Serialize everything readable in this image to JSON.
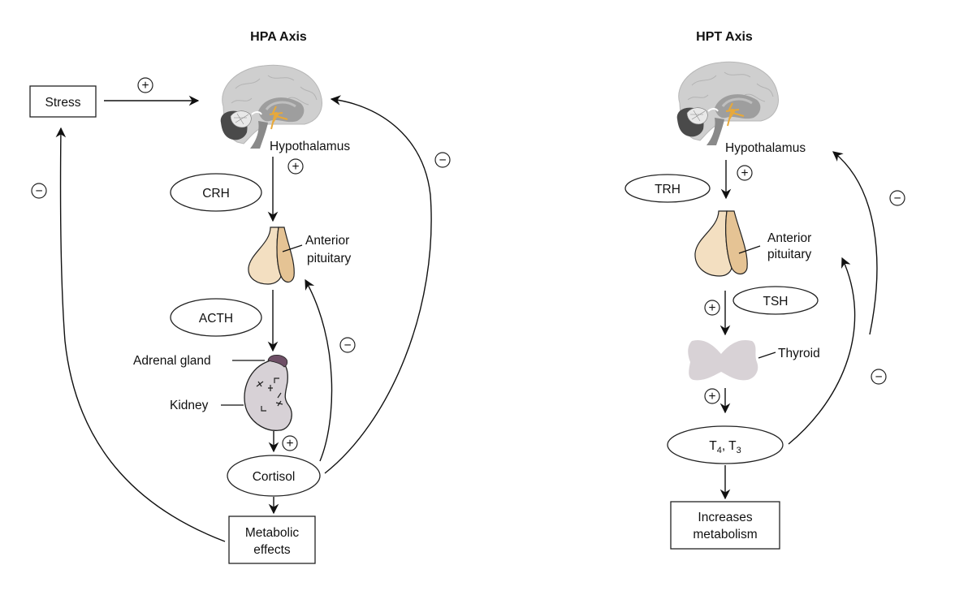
{
  "hpa": {
    "title": "HPA Axis",
    "stress": "Stress",
    "hypothalamus": "Hypothalamus",
    "crh": "CRH",
    "anterior": "Anterior",
    "pituitary": "pituitary",
    "acth": "ACTH",
    "adrenal": "Adrenal gland",
    "kidney": "Kidney",
    "cortisol": "Cortisol",
    "metabolic_1": "Metabolic",
    "metabolic_2": "effects",
    "signs": {
      "stress_to_brain": "+",
      "hypo_to_pit": "+",
      "kidney_to_cortisol": "+",
      "feedback_stress": "−",
      "feedback_pit": "−",
      "feedback_hypo": "−"
    }
  },
  "hpt": {
    "title": "HPT Axis",
    "hypothalamus": "Hypothalamus",
    "trh": "TRH",
    "anterior": "Anterior",
    "pituitary": "pituitary",
    "tsh": "TSH",
    "thyroid": "Thyroid",
    "t4": "T",
    "t4_sub": "4",
    "t4_sep": ", T",
    "t3_sub": "3",
    "increases_1": "Increases",
    "increases_2": "metabolism",
    "signs": {
      "hypo_to_pit": "+",
      "pit_to_thyroid": "+",
      "thyroid_to_t": "+",
      "feedback_pit": "−",
      "feedback_hypo": "−"
    }
  },
  "colors": {
    "brain_cortex": "#cfcfcf",
    "brain_inner": "#a9a9a9",
    "cerebellum": "#555555",
    "nerve_accent": "#e8a93a",
    "pituitary_light": "#f3dfc1",
    "pituitary_dark": "#e5c394",
    "adrenal": "#6e4f66",
    "kidney": "#d7d1d6",
    "thyroid": "#d8d2d6"
  }
}
